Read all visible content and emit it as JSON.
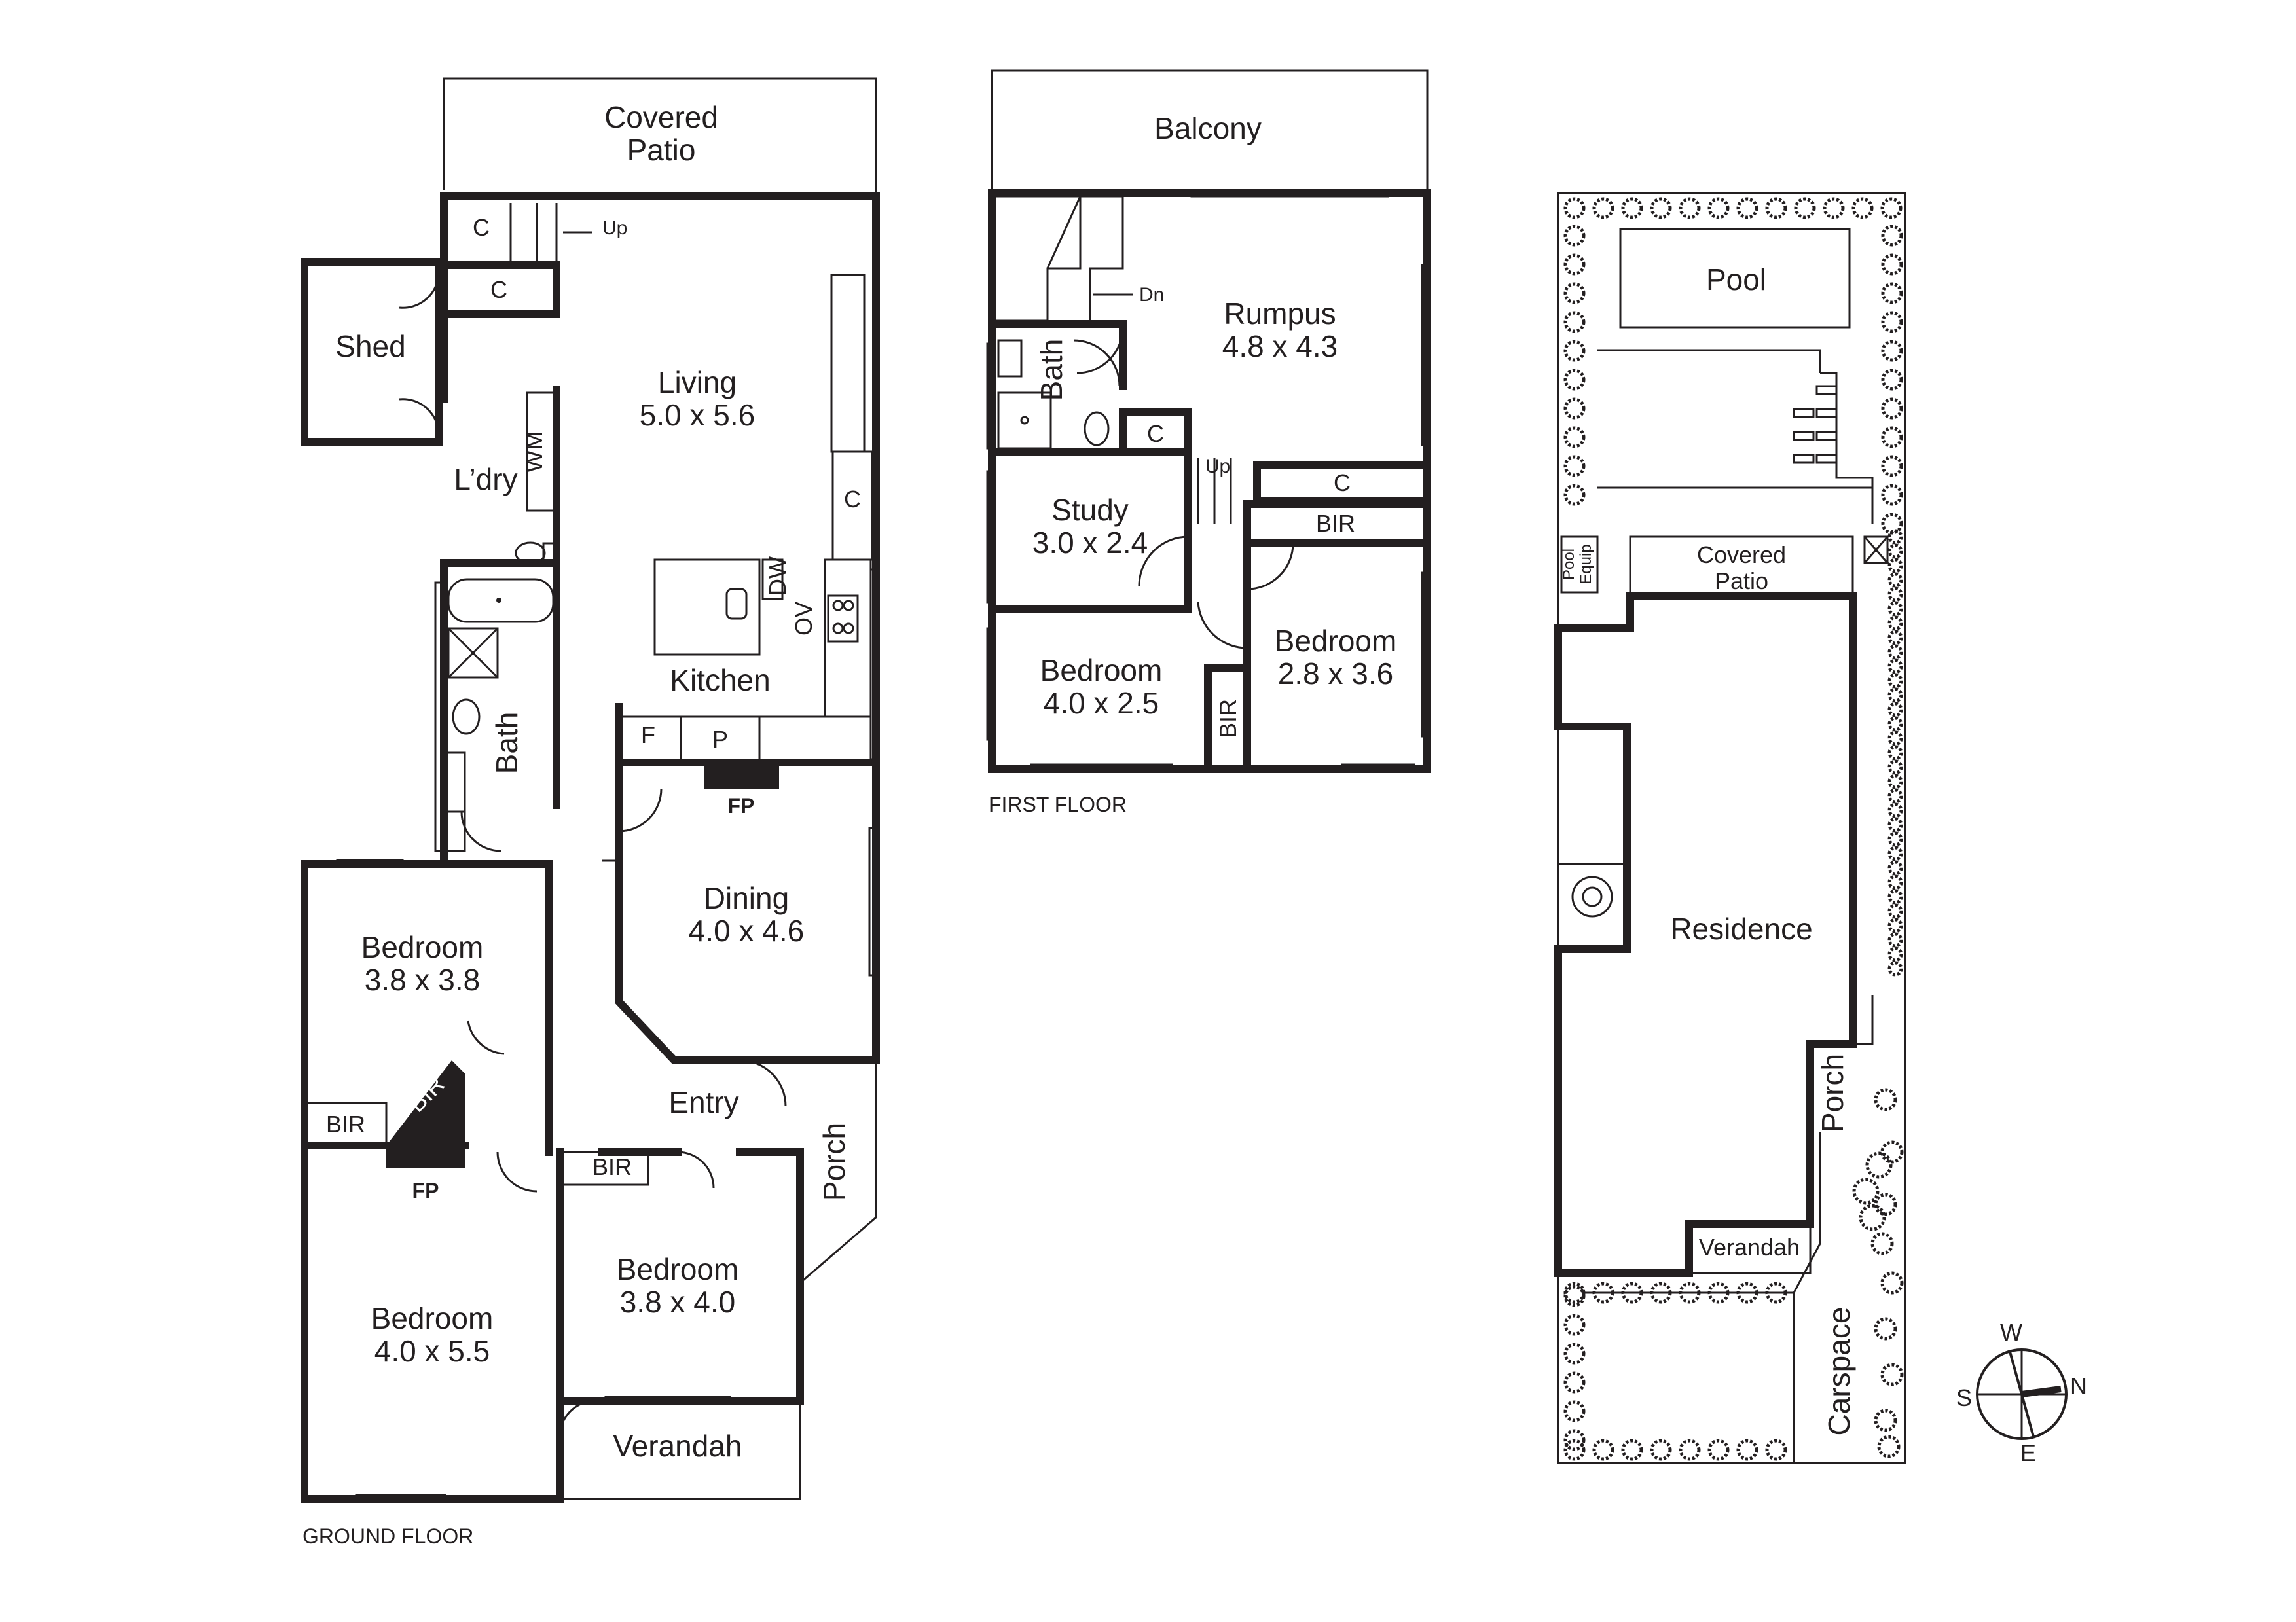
{
  "ground_floor": {
    "caption": "GROUND FLOOR",
    "rooms": {
      "covered_patio": [
        "Covered",
        "Patio"
      ],
      "shed": "Shed",
      "laundry": "L’dry",
      "wm": "WM",
      "living": [
        "Living",
        "5.0 x 5.6"
      ],
      "kitchen": "Kitchen",
      "dw": "DW",
      "ov": "OV",
      "fridge": "F",
      "pantry": "P",
      "bath": "Bath",
      "dining": [
        "Dining",
        "4.0 x 4.6"
      ],
      "bedroom_front_left": [
        "Bedroom",
        "3.8 x 3.8"
      ],
      "bedroom_rear": [
        "Bedroom",
        "4.0 x 5.5"
      ],
      "bedroom_right": [
        "Bedroom",
        "3.8 x 4.0"
      ],
      "entry": "Entry",
      "porch": "Porch",
      "verandah": "Verandah",
      "bir": "BIR",
      "cupboard": "C",
      "fireplace": "FP",
      "stairs_up": "Up"
    }
  },
  "first_floor": {
    "caption": "FIRST FLOOR",
    "rooms": {
      "balcony": "Balcony",
      "rumpus": [
        "Rumpus",
        "4.8 x 4.3"
      ],
      "bath": "Bath",
      "study": [
        "Study",
        "3.0 x 2.4"
      ],
      "bedroom_left": [
        "Bedroom",
        "4.0 x 2.5"
      ],
      "bedroom_right": [
        "Bedroom",
        "2.8 x 3.6"
      ],
      "bir": "BIR",
      "cupboard": "C",
      "stairs_down": "Dn",
      "stairs_up": "Up"
    }
  },
  "site_plan": {
    "pool": "Pool",
    "pool_equip": [
      "Pool",
      "Equip"
    ],
    "covered_patio": [
      "Covered",
      "Patio"
    ],
    "residence": "Residence",
    "porch": "Porch",
    "verandah": "Verandah",
    "carspace": "Carspace"
  },
  "compass": {
    "n": "N",
    "s": "S",
    "e": "E",
    "w": "W"
  },
  "icons": [
    "compass-icon",
    "tree-icon",
    "shrub-icon",
    "toilet-icon",
    "bathtub-icon",
    "shower-icon",
    "cooktop-icon",
    "fireplace-icon"
  ],
  "colors": {
    "ink": "#231f20",
    "background": "#ffffff"
  }
}
